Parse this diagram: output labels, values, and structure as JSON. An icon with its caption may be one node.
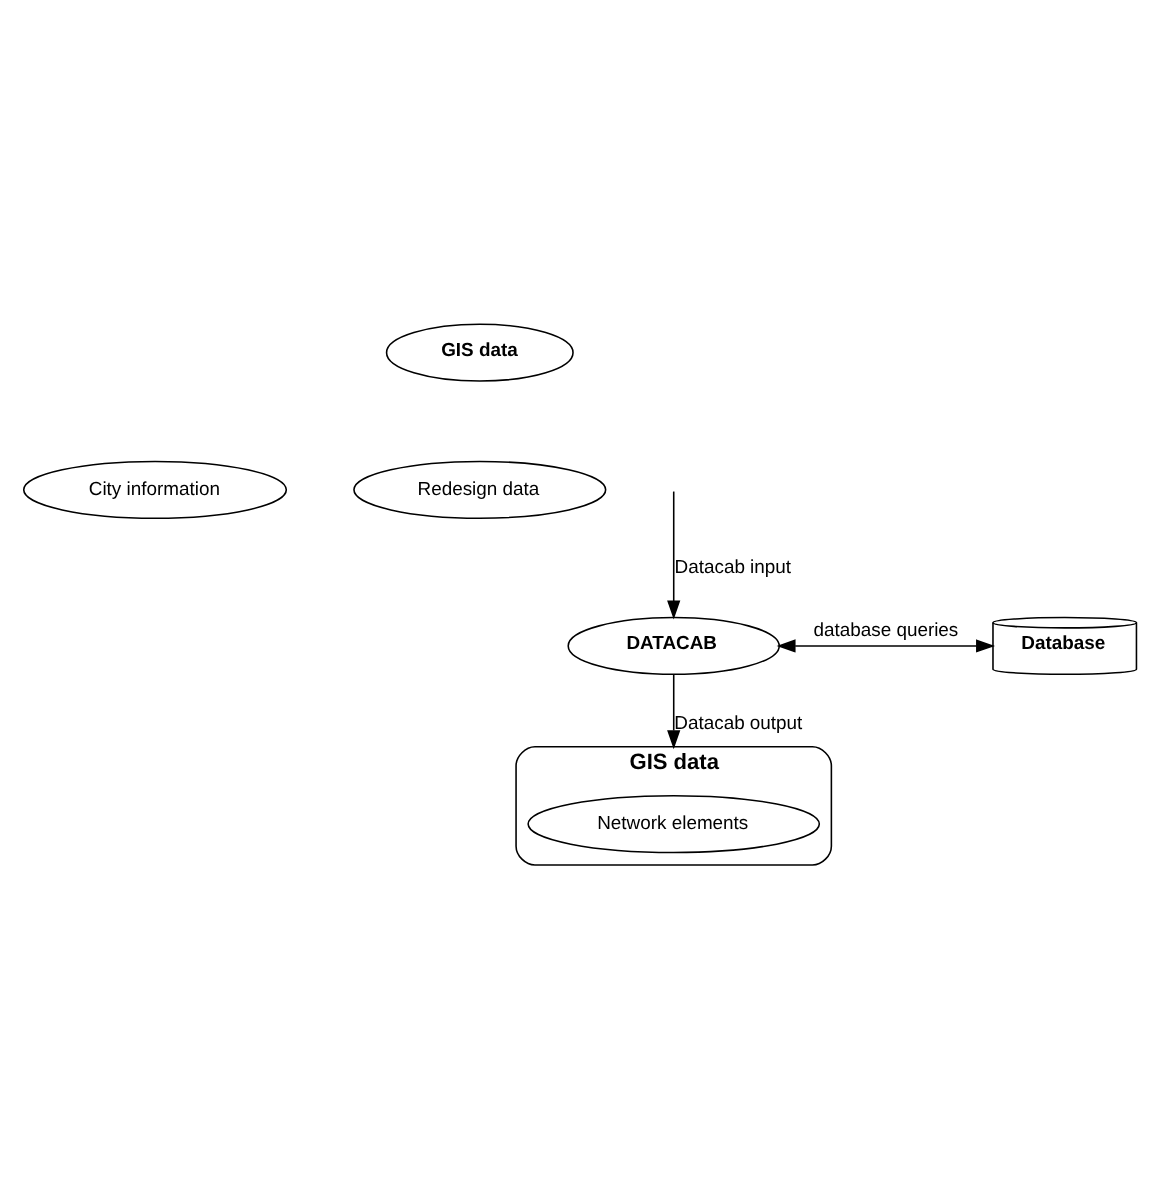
{
  "diagram": {
    "nodes": [
      {
        "text": [
          "GIS data"
        ]
      },
      {
        "text": [
          "City information"
        ]
      },
      {
        "text": [
          "Redesign data"
        ]
      },
      {
        "text": [
          "DATACAB"
        ]
      },
      {
        "text": [
          "Database"
        ]
      },
      {
        "text": [
          "GIS data"
        ]
      },
      {
        "text": [
          "Network elements"
        ],
        "in": 5
      }
    ],
    "edges": [
      {
        "from": null,
        "to": 3,
        "arrow": "to",
        "label": "Datacab input"
      },
      {
        "from": 3,
        "to": 4,
        "arrow": "both",
        "label": "database queries"
      },
      {
        "from": 3,
        "to": 5,
        "arrow": "to",
        "label": "Datacab output"
      }
    ]
  }
}
